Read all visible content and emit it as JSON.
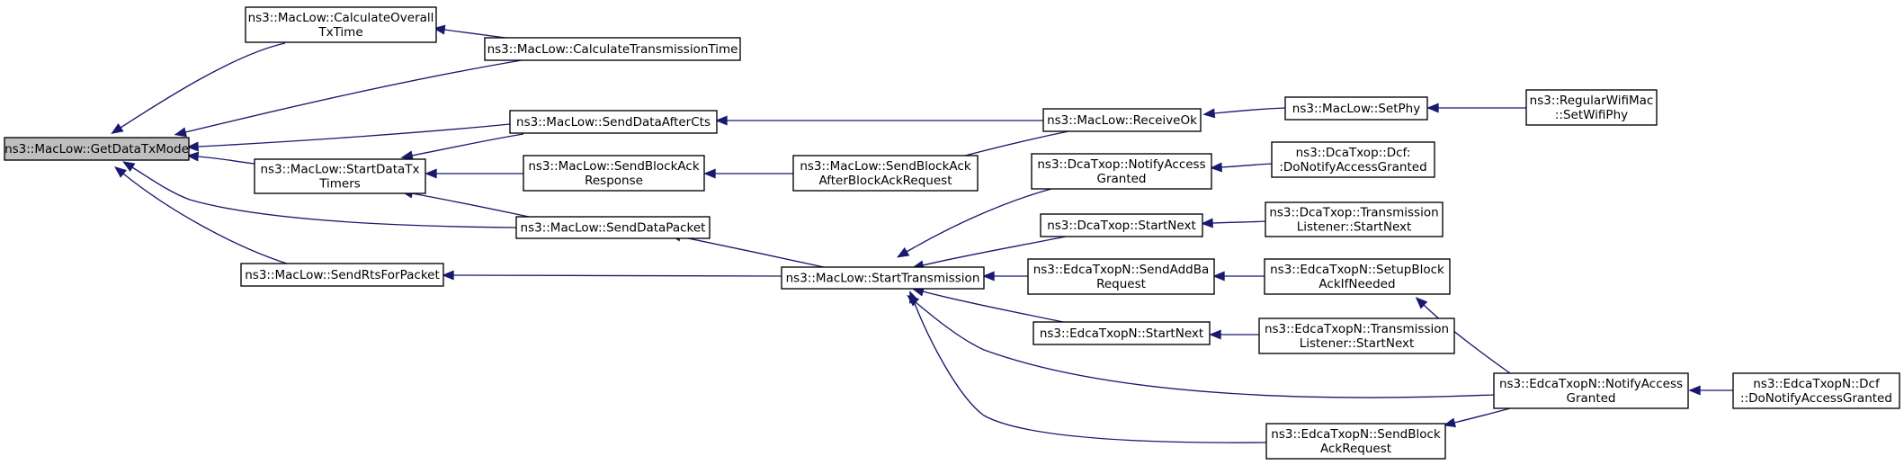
{
  "nodes": {
    "getDataTxMode": [
      "ns3::MacLow::GetDataTxMode"
    ],
    "calculateOverallTxTime": [
      "ns3::MacLow::CalculateOverall",
      "TxTime"
    ],
    "calculateTransmissionTime": [
      "ns3::MacLow::CalculateTransmissionTime"
    ],
    "sendDataAfterCts": [
      "ns3::MacLow::SendDataAfterCts"
    ],
    "receiveOk": [
      "ns3::MacLow::ReceiveOk"
    ],
    "setPhy": [
      "ns3::MacLow::SetPhy"
    ],
    "setWifiPhy": [
      "ns3::RegularWifiMac",
      "::SetWifiPhy"
    ],
    "startDataTxTimers": [
      "ns3::MacLow::StartDataTx",
      "Timers"
    ],
    "sendBlockAckResponse": [
      "ns3::MacLow::SendBlockAck",
      "Response"
    ],
    "sendBlockAckAfterBlockAckRequest": [
      "ns3::MacLow::SendBlockAck",
      "AfterBlockAckRequest"
    ],
    "dcaNotifyAccessGranted": [
      "ns3::DcaTxop::NotifyAccess",
      "Granted"
    ],
    "dcfDoNotifyAccessGranted": [
      "ns3::DcaTxop::Dcf:",
      ":DoNotifyAccessGranted"
    ],
    "sendDataPacket": [
      "ns3::MacLow::SendDataPacket"
    ],
    "dcaStartNext": [
      "ns3::DcaTxop::StartNext"
    ],
    "dcaTransmissionListenerStartNext": [
      "ns3::DcaTxop::Transmission",
      "Listener::StartNext"
    ],
    "sendRtsForPacket": [
      "ns3::MacLow::SendRtsForPacket"
    ],
    "startTransmission": [
      "ns3::MacLow::StartTransmission"
    ],
    "sendAddBaRequest": [
      "ns3::EdcaTxopN::SendAddBa",
      "Request"
    ],
    "setupBlockAckIfNeeded": [
      "ns3::EdcaTxopN::SetupBlock",
      "AckIfNeeded"
    ],
    "edcaStartNext": [
      "ns3::EdcaTxopN::StartNext"
    ],
    "edcaTransmissionListenerStartNext": [
      "ns3::EdcaTxopN::Transmission",
      "Listener::StartNext"
    ],
    "edcaNotifyAccessGranted": [
      "ns3::EdcaTxopN::NotifyAccess",
      "Granted"
    ],
    "edcaDcfDoNotifyAccessGranted": [
      "ns3::EdcaTxopN::Dcf",
      "::DoNotifyAccessGranted"
    ],
    "sendBlockAckRequest": [
      "ns3::EdcaTxopN::SendBlock",
      "AckRequest"
    ]
  },
  "edges": [
    [
      "calculateOverallTxTime",
      "getDataTxMode"
    ],
    [
      "calculateTransmissionTime",
      "getDataTxMode"
    ],
    [
      "calculateTransmissionTime",
      "calculateOverallTxTime"
    ],
    [
      "sendDataAfterCts",
      "getDataTxMode"
    ],
    [
      "startDataTxTimers",
      "getDataTxMode"
    ],
    [
      "sendDataPacket",
      "getDataTxMode"
    ],
    [
      "sendRtsForPacket",
      "getDataTxMode"
    ],
    [
      "sendDataAfterCts",
      "startDataTxTimers"
    ],
    [
      "sendBlockAckResponse",
      "startDataTxTimers"
    ],
    [
      "sendDataPacket",
      "startDataTxTimers"
    ],
    [
      "receiveOk",
      "sendDataAfterCts"
    ],
    [
      "setPhy",
      "receiveOk"
    ],
    [
      "setWifiPhy",
      "setPhy"
    ],
    [
      "sendBlockAckAfterBlockAckRequest",
      "sendBlockAckResponse"
    ],
    [
      "receiveOk",
      "sendBlockAckAfterBlockAckRequest"
    ],
    [
      "startTransmission",
      "sendDataPacket"
    ],
    [
      "startTransmission",
      "sendRtsForPacket"
    ],
    [
      "dcaNotifyAccessGranted",
      "startTransmission"
    ],
    [
      "dcaStartNext",
      "startTransmission"
    ],
    [
      "sendAddBaRequest",
      "startTransmission"
    ],
    [
      "edcaStartNext",
      "startTransmission"
    ],
    [
      "edcaNotifyAccessGranted",
      "startTransmission"
    ],
    [
      "sendBlockAckRequest",
      "startTransmission"
    ],
    [
      "dcfDoNotifyAccessGranted",
      "dcaNotifyAccessGranted"
    ],
    [
      "dcaTransmissionListenerStartNext",
      "dcaStartNext"
    ],
    [
      "setupBlockAckIfNeeded",
      "sendAddBaRequest"
    ],
    [
      "edcaTransmissionListenerStartNext",
      "edcaStartNext"
    ],
    [
      "edcaNotifyAccessGranted",
      "setupBlockAckIfNeeded"
    ],
    [
      "edcaDcfDoNotifyAccessGranted",
      "edcaNotifyAccessGranted"
    ],
    [
      "edcaNotifyAccessGranted",
      "sendBlockAckRequest"
    ]
  ],
  "colors": {
    "edge": "#191970",
    "root_fill": "#bfbfbf",
    "node_fill": "#ffffff",
    "node_stroke": "#000000"
  }
}
